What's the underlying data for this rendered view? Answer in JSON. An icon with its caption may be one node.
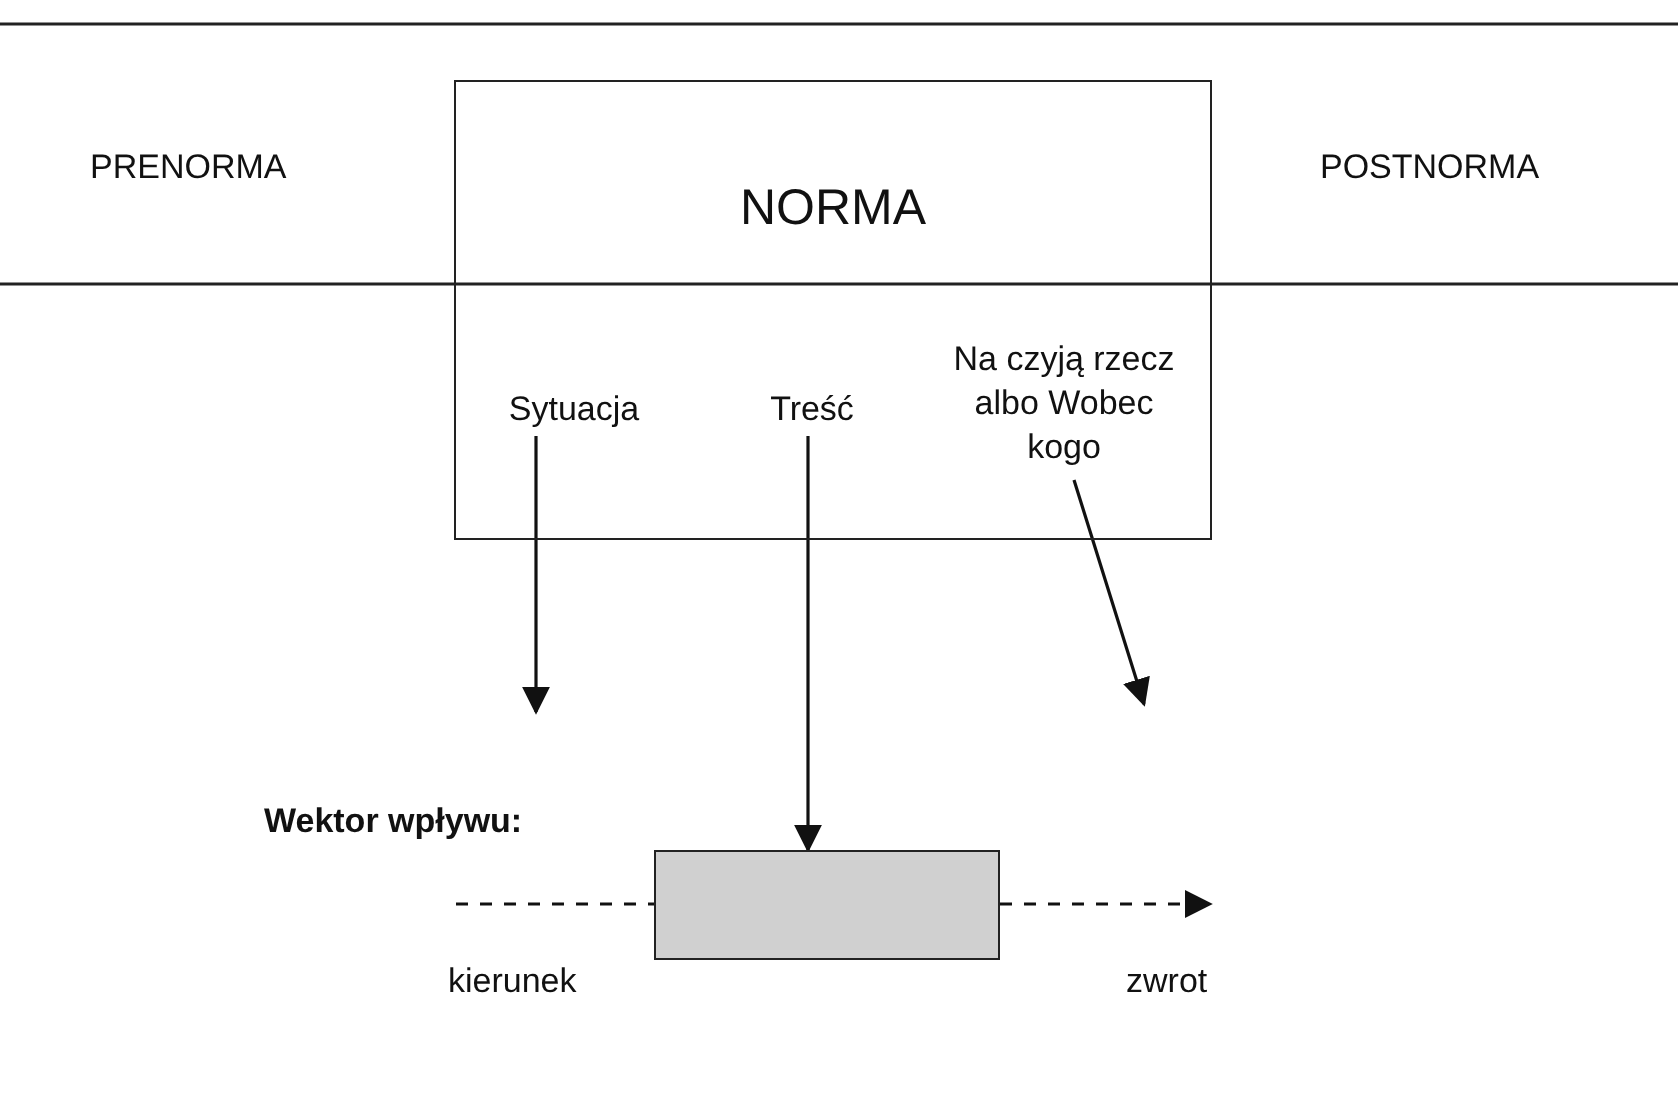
{
  "diagram": {
    "nodes": [
      {
        "text": [
          "NORMA"
        ]
      },
      {
        "text": [
          "Sytuacja"
        ],
        "in": 0
      },
      {
        "text": [
          "Treść"
        ],
        "in": 0
      },
      {
        "text": [
          "Na czyją rzecz albo Wobec kogo"
        ],
        "in": 0
      },
      {
        "text": [],
        "shape": "box"
      }
    ],
    "edges": [
      {
        "from": 1,
        "to": null,
        "arrow": "to"
      },
      {
        "from": 2,
        "to": 4,
        "arrow": "to"
      },
      {
        "from": 3,
        "to": null,
        "arrow": "to"
      },
      {
        "from": null,
        "to": 4,
        "arrow": "none",
        "style": "dashed"
      },
      {
        "from": 4,
        "to": null,
        "arrow": "to",
        "style": "dashed"
      }
    ],
    "labels": [
      "PRENORMA",
      "POSTNORMA",
      "Wektor wpływu:",
      "kierunek",
      "zwrot"
    ]
  }
}
